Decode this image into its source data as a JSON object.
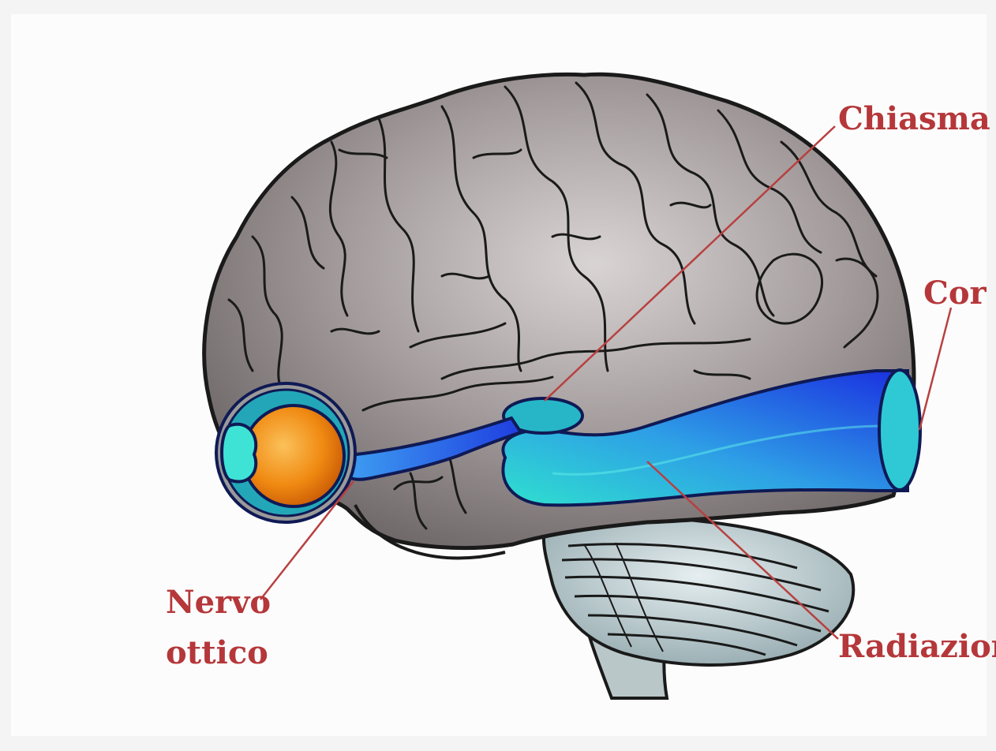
{
  "colors": {
    "background": "#fdfcfc",
    "brain_fill": "#8d8686",
    "brain_outline": "#1a1a1a",
    "pathway_blue": "#1f3ee0",
    "pathway_cyan": "#2fd3cf",
    "eye_orange": "#f08a12",
    "label_red": "#b5373a",
    "leader_line": "#b84040",
    "cerebellum_fill": "#bfcfd2"
  },
  "labels": {
    "chiasma": "Chiasma",
    "corteccia": "Cor",
    "radiazioni": "Radiazior",
    "nervo_line1": "Nervo",
    "nervo_line2": "ottico"
  },
  "icons": {
    "brain": "brain-icon",
    "eye": "eyeball-icon",
    "cerebellum": "cerebellum-icon"
  }
}
